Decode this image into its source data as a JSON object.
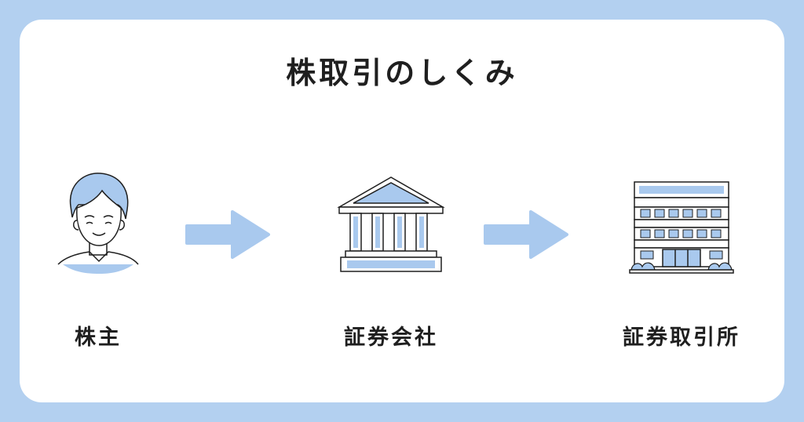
{
  "title": "株取引のしくみ",
  "nodes": [
    {
      "label": "株主",
      "icon": "person-icon"
    },
    {
      "label": "証券会社",
      "icon": "bank-building-icon"
    },
    {
      "label": "証券取引所",
      "icon": "office-building-icon"
    }
  ],
  "colors": {
    "background": "#b3d0f0",
    "card": "#ffffff",
    "accent": "#a9c9ee",
    "line": "#1f1f1f"
  }
}
